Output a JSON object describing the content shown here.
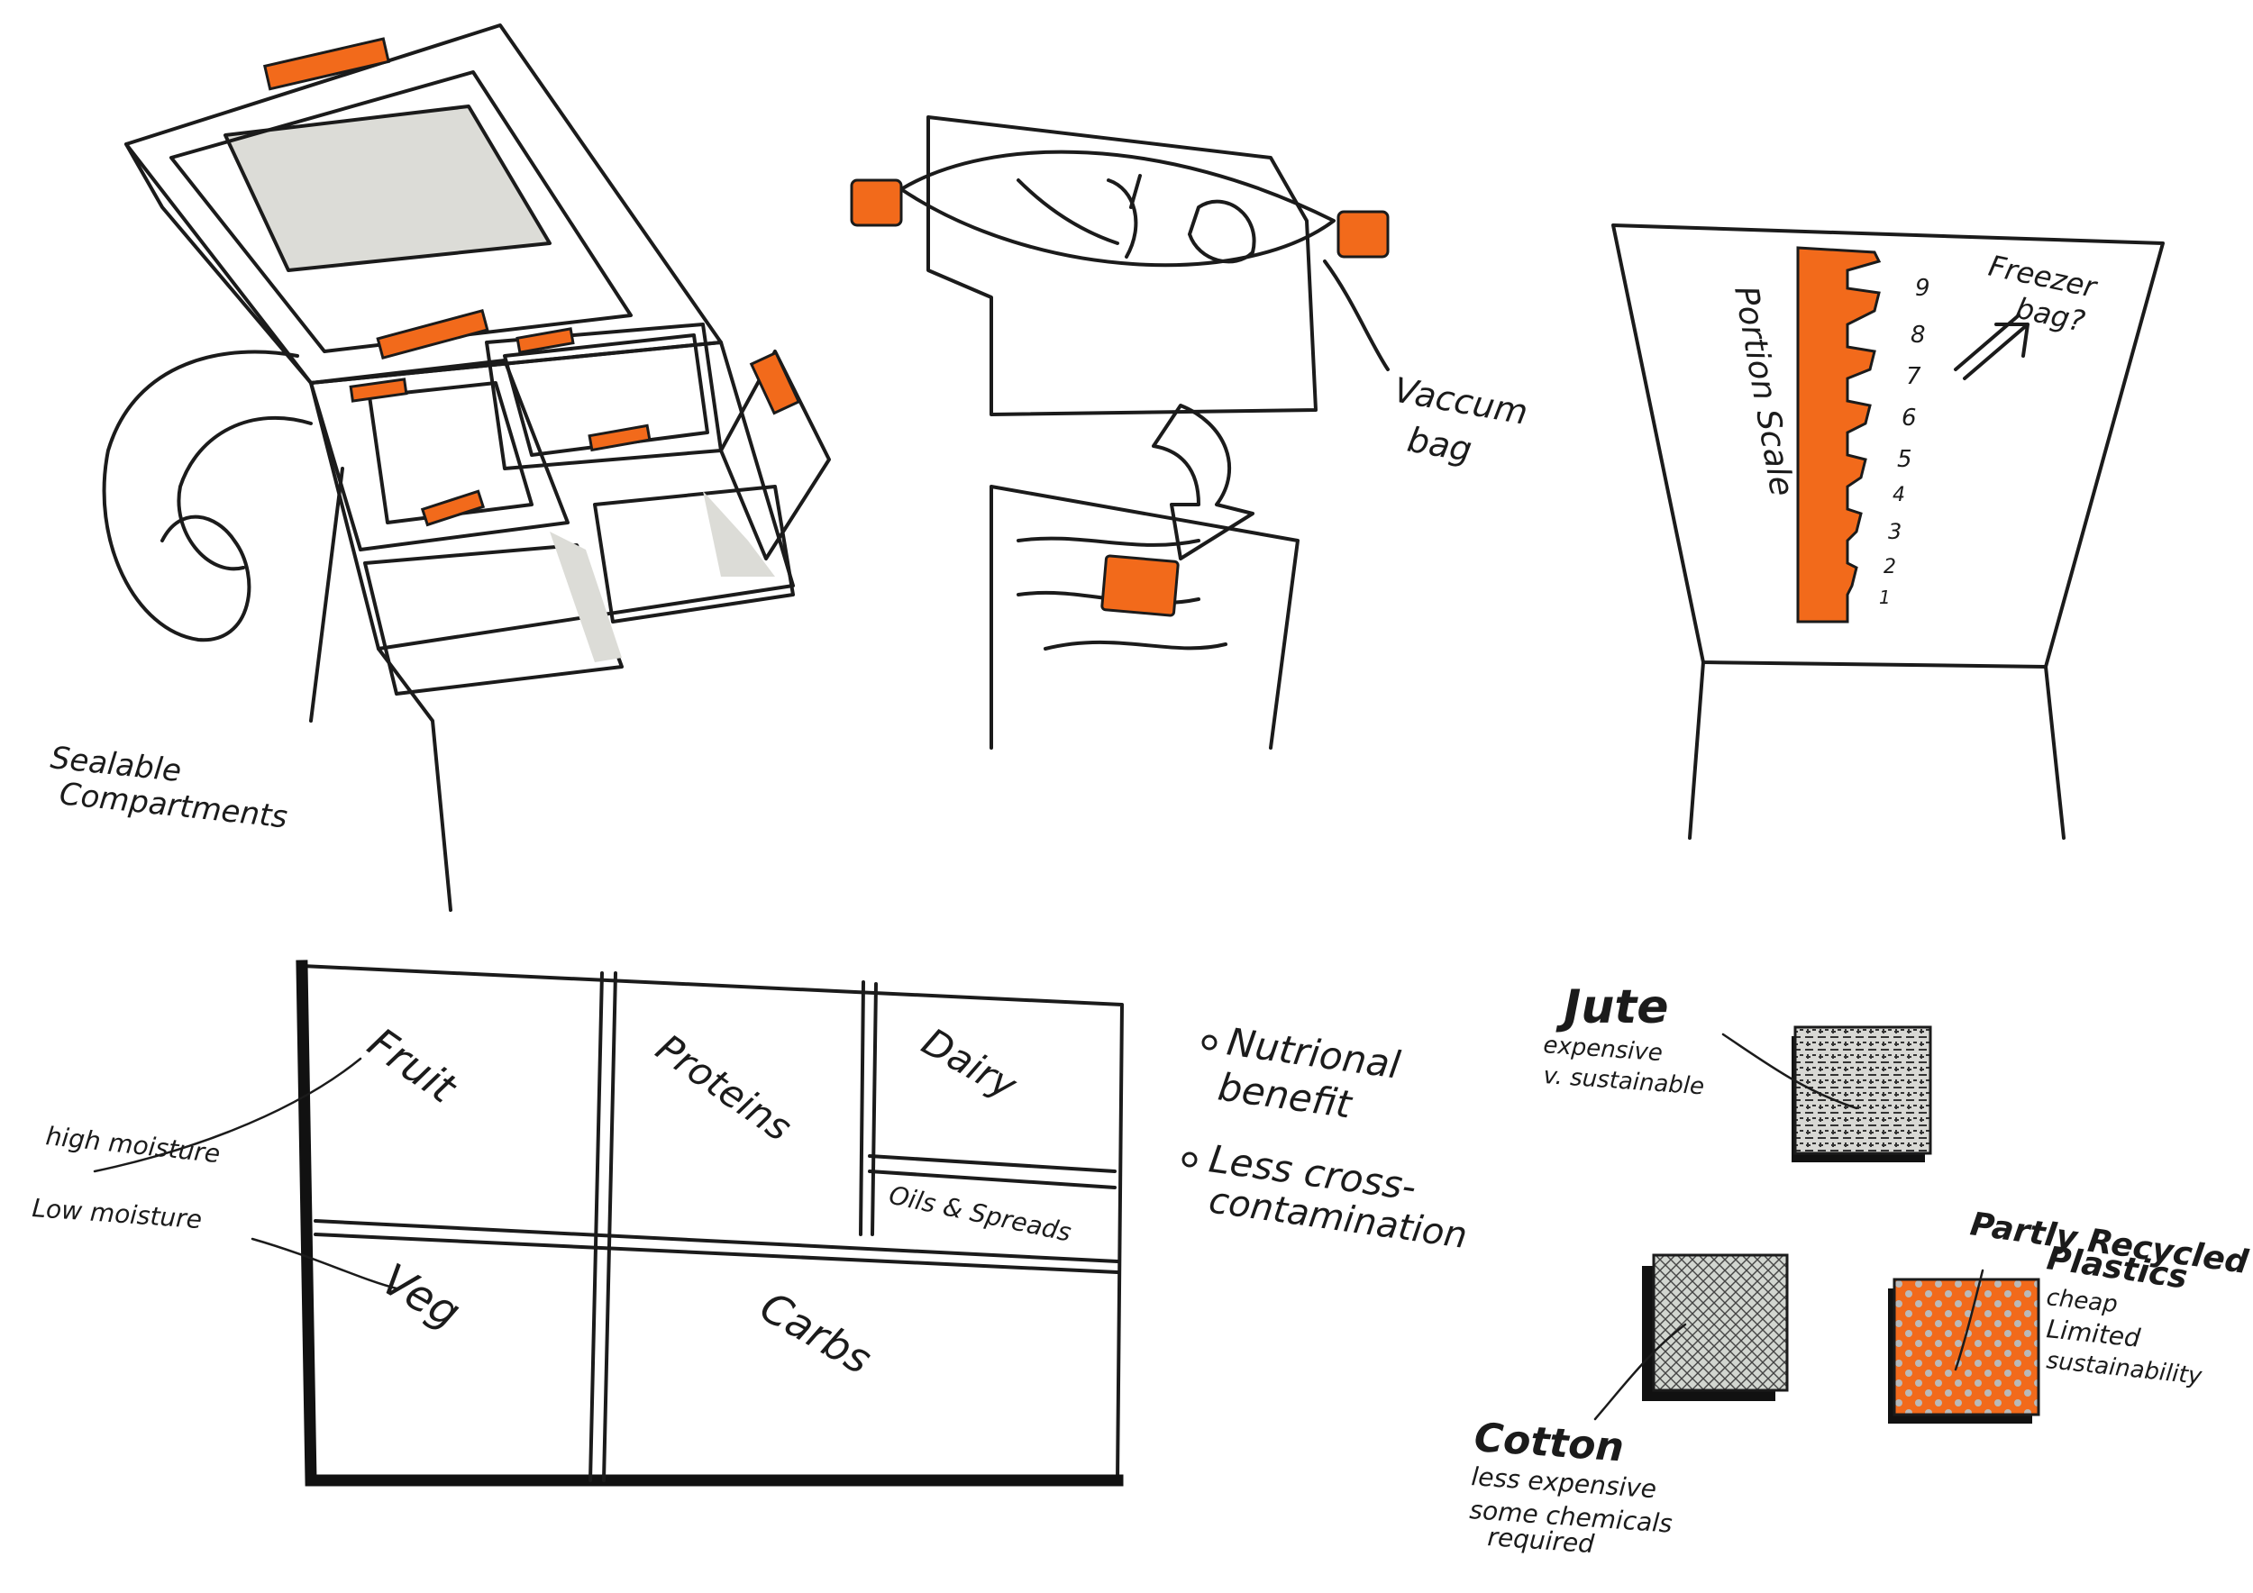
{
  "colors": {
    "ink": "#1b1b1b",
    "accent_orange": "#f26a1b",
    "shade_grey": "#dcdcd7"
  },
  "lunchbox_sketch": {
    "label_line1": "Sealable",
    "label_line2": "Compartments"
  },
  "vacuum_sketch": {
    "label_line1": "Vaccum",
    "label_line2": "bag"
  },
  "portion_sketch": {
    "scale_label": "Portion Scale",
    "scale_numbers": [
      "9",
      "8",
      "7",
      "6",
      "5",
      "4",
      "3",
      "2",
      "1"
    ],
    "note_line1": "Freezer",
    "note_line2": "bag?"
  },
  "compartment_plan": {
    "fruit": "Fruit",
    "proteins": "Proteins",
    "dairy": "Dairy",
    "oils_spreads": "Oils & Spreads",
    "veg": "Veg",
    "carbs": "Carbs",
    "high_moisture": "high moisture",
    "low_moisture": "Low moisture"
  },
  "benefits": {
    "b1_line1": "Nutrional",
    "b1_line2": "benefit",
    "b2_line1": "Less cross-",
    "b2_line2": "contamination"
  },
  "materials": {
    "jute": {
      "title": "Jute",
      "p1": "expensive",
      "p2": "v. sustainable"
    },
    "cotton": {
      "title": "Cotton",
      "p1": "less expensive",
      "p2": "some chemicals",
      "p3": "required"
    },
    "plastics": {
      "title_line1": "Partly Recycled",
      "title_line2": "Plastics",
      "p1": "cheap",
      "p2": "Limited",
      "p3": "sustainability"
    }
  }
}
